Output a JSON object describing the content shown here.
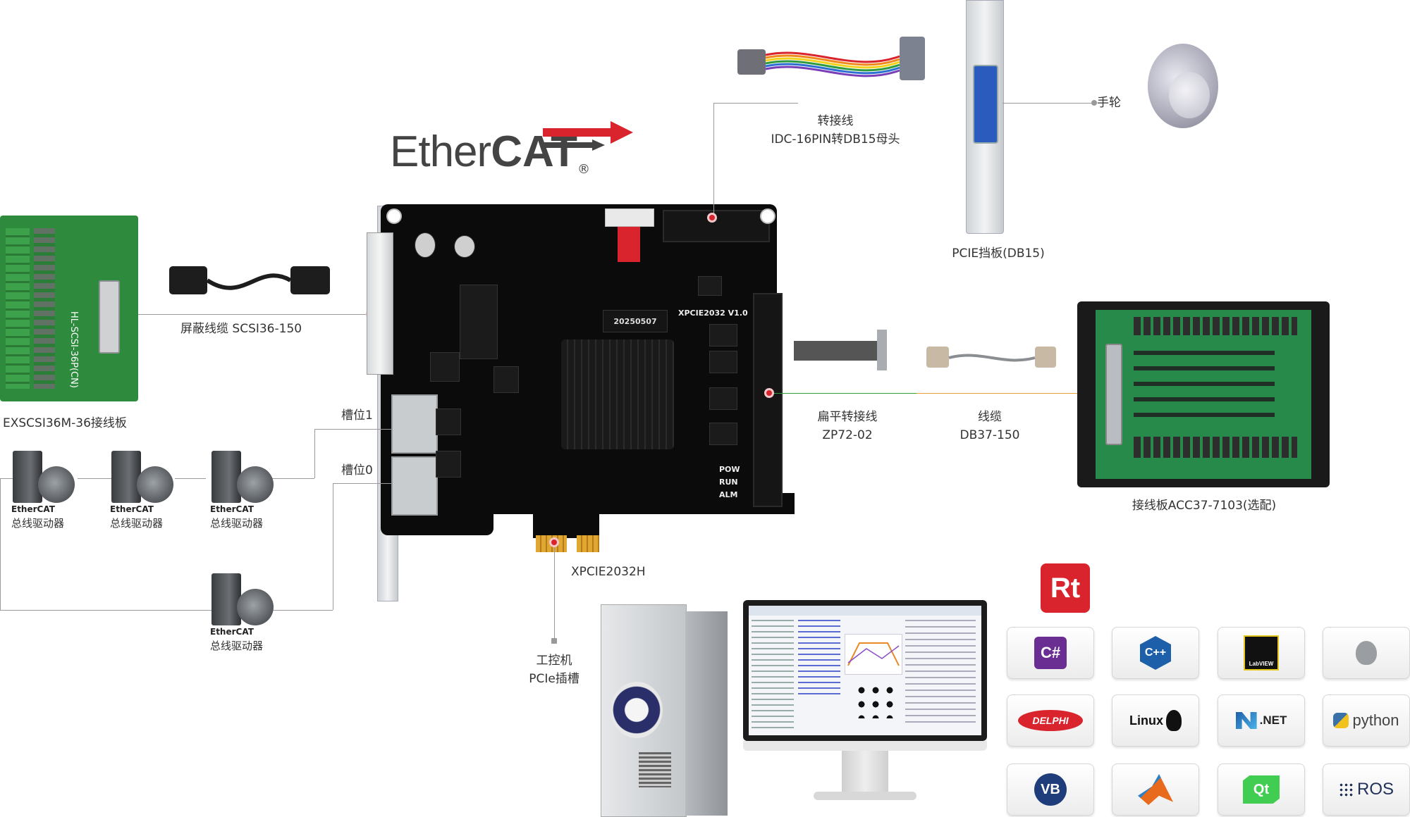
{
  "header": {
    "brand_left": "Ether",
    "brand_right": "CAT",
    "brand_reg": "®"
  },
  "board": {
    "model_silk": "XPCIE2032 V1.0",
    "date_silk": "20250507",
    "leds": [
      "POW",
      "RUN",
      "ALM"
    ],
    "name": "XPCIE2032H"
  },
  "labels": {
    "scsi_cable": "屏蔽线缆 SCSI36-150",
    "terminal_board": "EXSCSI36M-36接线板",
    "terminal_silk": "HL-SCSI-36P(CN)",
    "slot1": "槽位1",
    "slot0": "槽位0",
    "adapter_cable_title": "转接线",
    "adapter_cable_model": "IDC-16PIN转DB15母头",
    "bracket": "PCIE挡板(DB15)",
    "handwheel": "手轮",
    "flat_cable_title": "扁平转接线",
    "flat_cable_model": "ZP72-02",
    "cable_title": "线缆",
    "cable_model": "DB37-150",
    "acc_board": "接线板ACC37-7103(选配)",
    "ipc_line1": "工控机",
    "ipc_line2": "PCIe插槽"
  },
  "drives": [
    {
      "brand": "EtherCAT",
      "name": "总线驱动器"
    },
    {
      "brand": "EtherCAT",
      "name": "总线驱动器"
    },
    {
      "brand": "EtherCAT",
      "name": "总线驱动器"
    },
    {
      "brand": "EtherCAT",
      "name": "总线驱动器"
    }
  ],
  "platforms": [
    {
      "icon": "rt-icon",
      "text": "Rt"
    },
    {
      "icon": "csharp-icon",
      "text": "C#"
    },
    {
      "icon": "cpp-icon",
      "text": "C++"
    },
    {
      "icon": "labview-icon",
      "text": "LabVIEW"
    },
    {
      "icon": "apple-icon",
      "text": ""
    },
    {
      "icon": "delphi-icon",
      "text": "DELPHI"
    },
    {
      "icon": "linux-icon",
      "text": "Linux"
    },
    {
      "icon": "dotnet-icon",
      "text": ".NET"
    },
    {
      "icon": "python-icon",
      "text": "python"
    },
    {
      "icon": "vb-icon",
      "text": "VB"
    },
    {
      "icon": "matlab-icon",
      "text": ""
    },
    {
      "icon": "qt-icon",
      "text": "Qt"
    },
    {
      "icon": "ros-icon",
      "text": "ROS"
    }
  ],
  "colors": {
    "accent_red": "#d9232d",
    "pcb": "#0b0b0b",
    "terminal_green": "#2e8b3e",
    "gold": "#e0a733"
  }
}
